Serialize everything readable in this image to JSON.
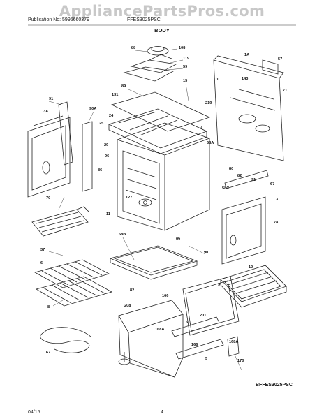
{
  "watermark": "AppliancePartsPros.com",
  "header": {
    "publication": "Publication No: 5995660379",
    "model": "FFES3025PSC"
  },
  "title": "BODY",
  "diagram_code": "BFFES3025PSC",
  "footer": {
    "date": "04/15",
    "page": "4"
  },
  "callouts": [
    "88",
    "108",
    "119",
    "59",
    "89",
    "15",
    "131",
    "219",
    "1A",
    "57",
    "1",
    "143",
    "71",
    "91",
    "3A",
    "90A",
    "24",
    "25",
    "4",
    "58A",
    "29",
    "96",
    "86",
    "127",
    "80",
    "82",
    "91",
    "67",
    "58C",
    "3",
    "70",
    "11",
    "78",
    "58B",
    "86",
    "90",
    "37",
    "6",
    "82",
    "10",
    "8",
    "9",
    "208",
    "166",
    "201",
    "168A",
    "5",
    "166",
    "168A",
    "67",
    "5",
    "170"
  ]
}
